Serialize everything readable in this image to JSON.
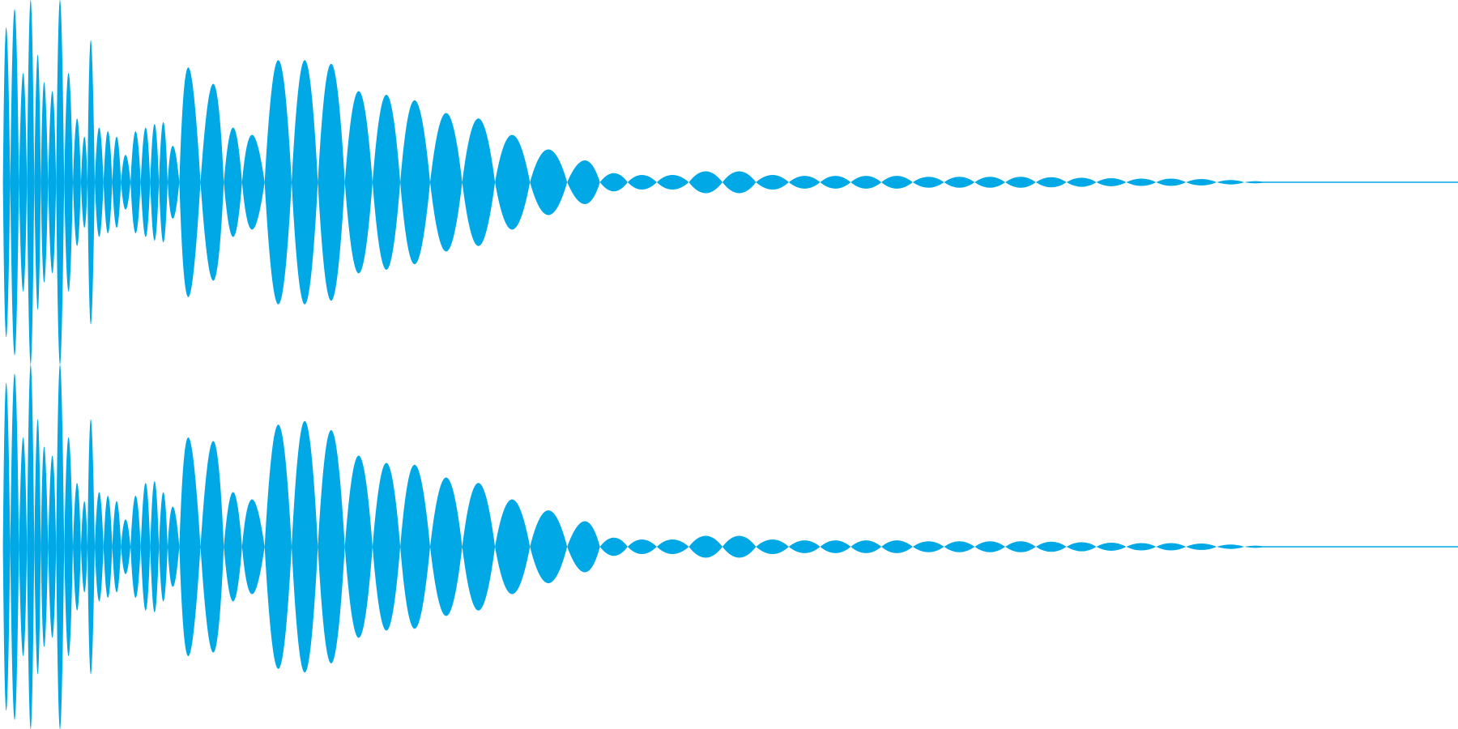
{
  "colors": {
    "waveform": "#00a9e6",
    "background": "#ffffff"
  },
  "chart_data": {
    "type": "area",
    "description_note": "",
    "grid": false,
    "legend": "none",
    "ylim": [
      -1,
      1
    ],
    "xlim": [
      0,
      1.0
    ],
    "channels": [
      {
        "lobes": [
          {
            "c": 0.004,
            "a": 0.85
          },
          {
            "c": 0.01,
            "a": 0.95
          },
          {
            "c": 0.016,
            "a": 0.6
          },
          {
            "c": 0.021,
            "a": 1.0
          },
          {
            "c": 0.026,
            "a": 0.7
          },
          {
            "c": 0.03,
            "a": 0.55
          },
          {
            "c": 0.036,
            "a": 0.5
          },
          {
            "c": 0.041,
            "a": 1.0
          },
          {
            "c": 0.047,
            "a": 0.6
          },
          {
            "c": 0.053,
            "a": 0.35
          },
          {
            "c": 0.058,
            "a": 0.25
          },
          {
            "c": 0.062,
            "a": 0.78
          },
          {
            "c": 0.068,
            "a": 0.3
          },
          {
            "c": 0.074,
            "a": 0.28
          },
          {
            "c": 0.08,
            "a": 0.25
          },
          {
            "c": 0.086,
            "a": 0.15
          },
          {
            "c": 0.093,
            "a": 0.28
          },
          {
            "c": 0.1,
            "a": 0.3
          },
          {
            "c": 0.106,
            "a": 0.32
          },
          {
            "c": 0.112,
            "a": 0.33
          },
          {
            "c": 0.118,
            "a": 0.2
          },
          {
            "c": 0.128,
            "a": 0.63
          },
          {
            "c": 0.147,
            "a": 0.54
          },
          {
            "c": 0.16,
            "a": 0.3
          },
          {
            "c": 0.172,
            "a": 0.26
          },
          {
            "c": 0.191,
            "a": 0.67
          },
          {
            "c": 0.209,
            "a": 0.67
          },
          {
            "c": 0.227,
            "a": 0.65
          },
          {
            "c": 0.246,
            "a": 0.5
          },
          {
            "c": 0.265,
            "a": 0.48
          },
          {
            "c": 0.284,
            "a": 0.45
          },
          {
            "c": 0.306,
            "a": 0.38
          },
          {
            "c": 0.328,
            "a": 0.35
          },
          {
            "c": 0.351,
            "a": 0.26
          },
          {
            "c": 0.376,
            "a": 0.18
          },
          {
            "c": 0.402,
            "a": 0.12
          },
          {
            "c": 0.421,
            "a": 0.05
          },
          {
            "c": 0.44,
            "a": 0.04
          },
          {
            "c": 0.461,
            "a": 0.04
          },
          {
            "c": 0.484,
            "a": 0.06
          },
          {
            "c": 0.507,
            "a": 0.06
          },
          {
            "c": 0.53,
            "a": 0.04
          },
          {
            "c": 0.552,
            "a": 0.035
          },
          {
            "c": 0.573,
            "a": 0.035
          },
          {
            "c": 0.594,
            "a": 0.035
          },
          {
            "c": 0.615,
            "a": 0.035
          },
          {
            "c": 0.637,
            "a": 0.03
          },
          {
            "c": 0.658,
            "a": 0.03
          },
          {
            "c": 0.679,
            "a": 0.03
          },
          {
            "c": 0.7,
            "a": 0.03
          },
          {
            "c": 0.721,
            "a": 0.028
          },
          {
            "c": 0.742,
            "a": 0.025
          },
          {
            "c": 0.762,
            "a": 0.022
          },
          {
            "c": 0.783,
            "a": 0.02
          },
          {
            "c": 0.803,
            "a": 0.02
          },
          {
            "c": 0.824,
            "a": 0.018
          },
          {
            "c": 0.845,
            "a": 0.012
          },
          {
            "c": 0.862,
            "a": 0.006
          }
        ],
        "tail_end": 0.87
      },
      {
        "lobes": [
          {
            "c": 0.004,
            "a": 0.9
          },
          {
            "c": 0.01,
            "a": 0.95
          },
          {
            "c": 0.016,
            "a": 0.6
          },
          {
            "c": 0.021,
            "a": 1.0
          },
          {
            "c": 0.026,
            "a": 0.7
          },
          {
            "c": 0.03,
            "a": 0.55
          },
          {
            "c": 0.036,
            "a": 0.5
          },
          {
            "c": 0.041,
            "a": 1.0
          },
          {
            "c": 0.047,
            "a": 0.6
          },
          {
            "c": 0.053,
            "a": 0.35
          },
          {
            "c": 0.058,
            "a": 0.25
          },
          {
            "c": 0.062,
            "a": 0.7
          },
          {
            "c": 0.068,
            "a": 0.3
          },
          {
            "c": 0.074,
            "a": 0.28
          },
          {
            "c": 0.08,
            "a": 0.25
          },
          {
            "c": 0.086,
            "a": 0.15
          },
          {
            "c": 0.093,
            "a": 0.28
          },
          {
            "c": 0.1,
            "a": 0.35
          },
          {
            "c": 0.106,
            "a": 0.36
          },
          {
            "c": 0.112,
            "a": 0.3
          },
          {
            "c": 0.118,
            "a": 0.22
          },
          {
            "c": 0.128,
            "a": 0.6
          },
          {
            "c": 0.147,
            "a": 0.58
          },
          {
            "c": 0.16,
            "a": 0.3
          },
          {
            "c": 0.172,
            "a": 0.26
          },
          {
            "c": 0.191,
            "a": 0.67
          },
          {
            "c": 0.209,
            "a": 0.69
          },
          {
            "c": 0.227,
            "a": 0.64
          },
          {
            "c": 0.246,
            "a": 0.5
          },
          {
            "c": 0.265,
            "a": 0.46
          },
          {
            "c": 0.284,
            "a": 0.45
          },
          {
            "c": 0.306,
            "a": 0.38
          },
          {
            "c": 0.328,
            "a": 0.35
          },
          {
            "c": 0.351,
            "a": 0.26
          },
          {
            "c": 0.376,
            "a": 0.2
          },
          {
            "c": 0.402,
            "a": 0.14
          },
          {
            "c": 0.421,
            "a": 0.05
          },
          {
            "c": 0.44,
            "a": 0.04
          },
          {
            "c": 0.461,
            "a": 0.04
          },
          {
            "c": 0.484,
            "a": 0.06
          },
          {
            "c": 0.507,
            "a": 0.06
          },
          {
            "c": 0.53,
            "a": 0.04
          },
          {
            "c": 0.552,
            "a": 0.035
          },
          {
            "c": 0.573,
            "a": 0.035
          },
          {
            "c": 0.594,
            "a": 0.035
          },
          {
            "c": 0.615,
            "a": 0.035
          },
          {
            "c": 0.637,
            "a": 0.03
          },
          {
            "c": 0.658,
            "a": 0.03
          },
          {
            "c": 0.679,
            "a": 0.03
          },
          {
            "c": 0.7,
            "a": 0.03
          },
          {
            "c": 0.721,
            "a": 0.028
          },
          {
            "c": 0.742,
            "a": 0.025
          },
          {
            "c": 0.762,
            "a": 0.022
          },
          {
            "c": 0.783,
            "a": 0.02
          },
          {
            "c": 0.803,
            "a": 0.02
          },
          {
            "c": 0.824,
            "a": 0.018
          },
          {
            "c": 0.845,
            "a": 0.012
          },
          {
            "c": 0.862,
            "a": 0.006
          }
        ],
        "tail_end": 0.87
      }
    ]
  }
}
